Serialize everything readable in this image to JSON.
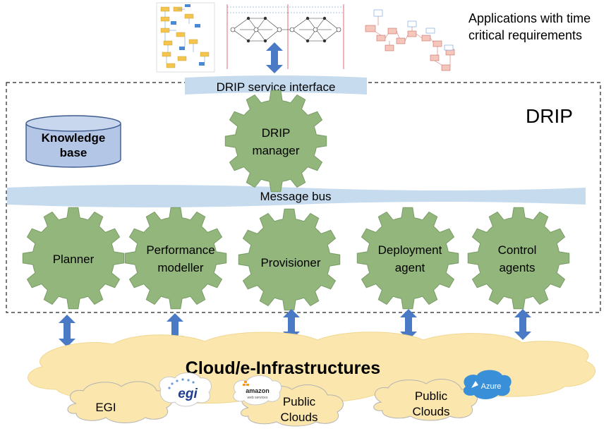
{
  "apps": {
    "caption_line1": "Applications with time",
    "caption_line2": "critical requirements"
  },
  "drip": {
    "title": "DRIP",
    "service_interface": "DRIP service interface",
    "message_bus": "Message bus",
    "knowledge_base_line1": "Knowledge",
    "knowledge_base_line2": "base",
    "manager_line1": "DRIP",
    "manager_line2": "manager",
    "components": [
      {
        "line1": "Planner",
        "line2": ""
      },
      {
        "line1": "Performance",
        "line2": "modeller"
      },
      {
        "line1": "Provisioner",
        "line2": ""
      },
      {
        "line1": "Deployment",
        "line2": "agent"
      },
      {
        "line1": "Control",
        "line2": "agents"
      }
    ]
  },
  "cloud": {
    "title": "Cloud/e-Infrastructures",
    "egi_label": "EGI",
    "egi_logo_text": "egi",
    "public1_line1": "Public",
    "public1_line2": "Clouds",
    "amazon_logo_text": "amazon",
    "amazon_logo_subtext": "web services",
    "public2_line1": "Public",
    "public2_line2": "Clouds",
    "azure_logo_text": "Azure"
  },
  "colors": {
    "gear_fill": "#93b67d",
    "gear_stroke": "#7a9c66",
    "bus_fill": "#c6dcee",
    "arrow_fill": "#4a7ac5",
    "cloud_fill": "#fbe6ad",
    "kb_fill": "#b3c6e6",
    "kb_stroke": "#3d5a8e"
  }
}
